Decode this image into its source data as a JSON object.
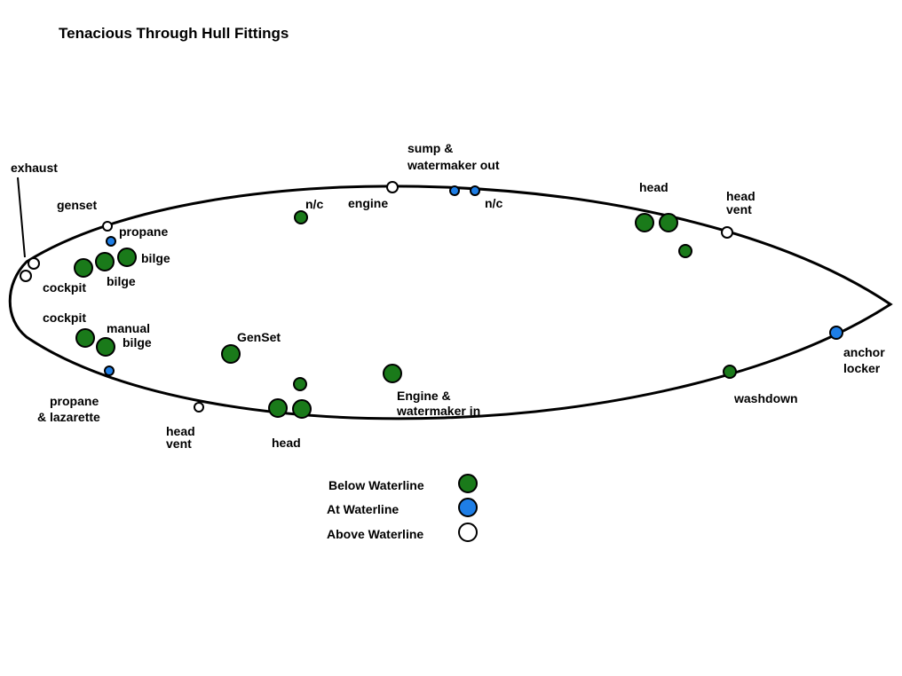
{
  "title": "Tenacious Through Hull Fittings",
  "colors": {
    "below": "#1a7a1a",
    "at": "#1e7ee6",
    "above": "#ffffff",
    "outline": "#000000"
  },
  "labels": {
    "exhaust": "exhaust",
    "genset_top": "genset",
    "propane_top": "propane",
    "bilge_top_right": "bilge",
    "cockpit_top": "cockpit",
    "bilge_top": "bilge",
    "cockpit_bottom": "cockpit",
    "manual": "manual",
    "bilge_bottom": "bilge",
    "propane_bottom": "propane",
    "lazarette": "& lazarette",
    "head_vent_bottom_1": "head",
    "head_vent_bottom_2": "vent",
    "genset_bottom": "GenSet",
    "head_bottom": "head",
    "engine_in_1": "Engine  &",
    "engine_in_2": "watermaker in",
    "nc_left": "n/c",
    "engine_top": "engine",
    "sump_1": "sump &",
    "sump_2": "watermaker out",
    "nc_right": "n/c",
    "head_top": "head",
    "head_vent_top_1": "head",
    "head_vent_top_2": "vent",
    "anchor_1": "anchor",
    "anchor_2": "locker",
    "washdown": "washdown"
  },
  "legend": {
    "below": "Below Waterline",
    "at": "At Waterline",
    "above": "Above Waterline"
  }
}
